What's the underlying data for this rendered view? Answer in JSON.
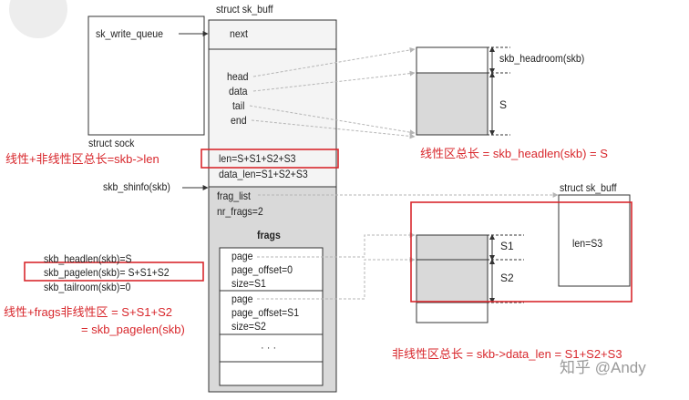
{
  "labels": {
    "struct_sk_buff": "struct sk_buff",
    "sk_write_queue": "sk_write_queue",
    "struct_sock": "struct sock",
    "next": "next",
    "head": "head",
    "data": "data",
    "tail": "tail",
    "end": "end",
    "len": "len=S+S1+S2+S3",
    "data_len": "data_len=S1+S2+S3",
    "skb_shinfo": "skb_shinfo(skb)",
    "frag_list": "frag_list",
    "nr_frags": "nr_frags=2",
    "frags": "frags",
    "page1": "page",
    "page_offset1": "page_offset=0",
    "size1": "size=S1",
    "page2": "page",
    "page_offset2": "page_offset=S1",
    "size2": "size=S2",
    "dots": "· · ·",
    "skb_headlen": "skb_headlen(skb)=S",
    "skb_pagelen": "skb_pagelen(skb)= S+S1+S2",
    "skb_tailroom": "skb_tailroom(skb)=0",
    "skb_headroom": "skb_headroom(skb)",
    "S": "S",
    "struct_sk_buff2": "struct sk_buff",
    "len_s3": "len=S3",
    "S1": "S1",
    "S2": "S2"
  },
  "annotations": {
    "total_len": "线性+非线性区总长=skb->len",
    "linear_len": "线性区总长 = skb_headlen(skb) = S",
    "frags_nonlinear": "线性+frags非线性区 = S+S1+S2",
    "frags_eq": "= skb_pagelen(skb)",
    "nonlinear_len": "非线性区总长 = skb->data_len = S1+S2+S3"
  },
  "watermark": "知乎 @Andy",
  "colors": {
    "annotation_red": "#d8282d",
    "grey_fill": "#d9d9d9",
    "line": "#333333",
    "dashed_arrow": "#b5b5b5"
  }
}
